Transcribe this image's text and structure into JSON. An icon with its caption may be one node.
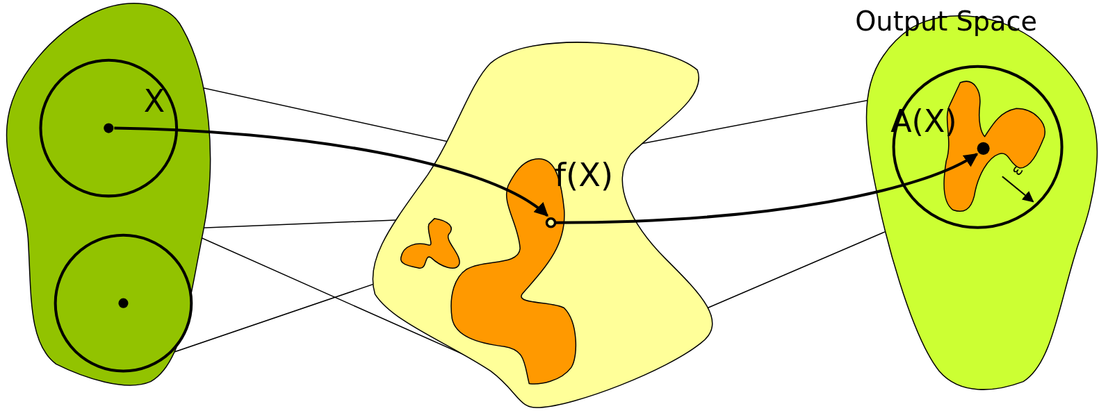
{
  "diagram": {
    "nodes": [
      {
        "text": [],
        "shape": "blob"
      },
      {
        "text": [
          "X"
        ],
        "in": 0
      },
      {
        "text": [],
        "shape": "circle",
        "in": 1
      },
      {
        "text": [],
        "shape": "circle",
        "in": 0
      },
      {
        "text": [],
        "shape": "circle",
        "in": 3
      },
      {
        "text": [],
        "shape": "blob"
      },
      {
        "text": [
          "f(X)"
        ],
        "in": 5
      },
      {
        "text": [],
        "shape": "circle",
        "in": 6
      },
      {
        "text": [],
        "shape": "blob",
        "in": 5
      },
      {
        "text": [
          "Output Space"
        ]
      },
      {
        "text": [],
        "shape": "circle",
        "in": 9
      },
      {
        "text": [
          "A(X)"
        ],
        "in": 10
      },
      {
        "text": [],
        "shape": "circle",
        "in": 11
      }
    ],
    "edges": [
      {
        "from": 2,
        "to": 7,
        "arrow": "to",
        "style": "thick"
      },
      {
        "from": 7,
        "to": 12,
        "arrow": "to",
        "style": "thick"
      },
      {
        "from": 1,
        "to": 6,
        "arrow": "none"
      },
      {
        "from": 1,
        "to": 6,
        "arrow": "none"
      },
      {
        "from": 3,
        "to": 8,
        "arrow": "none"
      },
      {
        "from": 3,
        "to": 8,
        "arrow": "none"
      },
      {
        "from": 6,
        "to": 11,
        "arrow": "none"
      },
      {
        "from": 6,
        "to": 11,
        "arrow": "none"
      }
    ],
    "labels": [
      "ε"
    ]
  }
}
